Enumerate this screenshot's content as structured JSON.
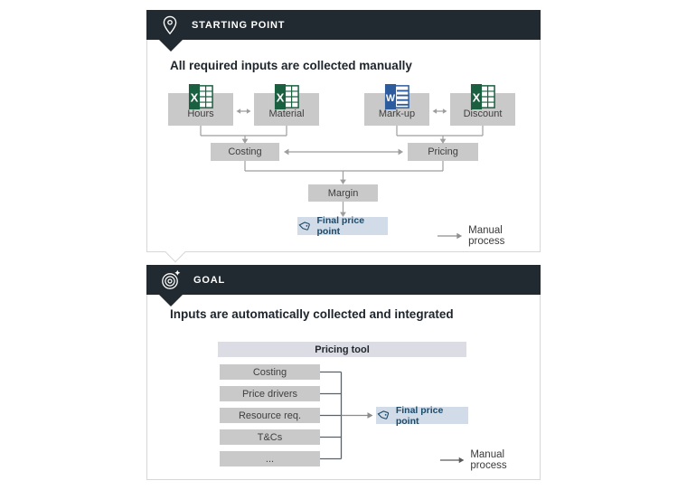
{
  "colors": {
    "header_bg": "#212a30",
    "panel_border": "#d7d7d7",
    "box_gray": "#c9c9c9",
    "tool_bar_bg": "#dcdde4",
    "final_price_bg": "#d2dce8",
    "navy_accent": "#1d4a68",
    "excel_green": "#1b5f41",
    "word_blue": "#2d5c9e",
    "connector_gray": "#9e9e9e",
    "connector_steel": "#4a6878"
  },
  "icons": {
    "starting_header": "location-pin-icon",
    "goal_header": "target-icon",
    "final_price": "price-tag-icon",
    "manual": "right-arrow-icon"
  },
  "starting": {
    "header_label": "STARTING POINT",
    "heading": "All required inputs are collected manually",
    "inputs": [
      {
        "label": "Hours",
        "app": "excel",
        "letter": "X"
      },
      {
        "label": "Material",
        "app": "excel",
        "letter": "X"
      },
      {
        "label": "Mark-up",
        "app": "word",
        "letter": "W"
      },
      {
        "label": "Discount",
        "app": "excel",
        "letter": "X"
      }
    ],
    "costing": "Costing",
    "pricing": "Pricing",
    "margin": "Margin",
    "final_price": "Final price point",
    "legend": "Manual process"
  },
  "goal": {
    "header_label": "GOAL",
    "heading": "Inputs are automatically collected and integrated",
    "tool": "Pricing tool",
    "stack": [
      "Costing",
      "Price drivers",
      "Resource req.",
      "T&Cs",
      "..."
    ],
    "final_price": "Final price point",
    "legend": "Manual process"
  }
}
